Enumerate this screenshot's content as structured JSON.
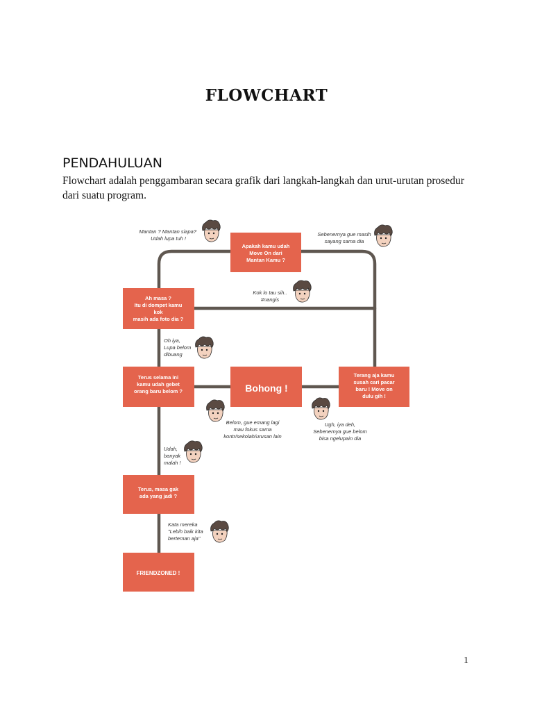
{
  "document": {
    "title": "FLOWCHART",
    "section_heading": "PENDAHULUAN",
    "paragraph": "Flowchart adalah penggambaran secara grafik dari langkah-langkah dan urut-urutan prosedur dari suatu program.",
    "page_number": "1"
  },
  "flowchart": {
    "colors": {
      "box": "#e4644d",
      "line": "#5f5750",
      "text": "#ffffff"
    },
    "boxes": {
      "start": [
        "Apakah kamu udah",
        "Move On dari",
        "Mantan Kamu ?"
      ],
      "ahmasa": [
        "Ah masa ?",
        "Itu di dompet kamu",
        "kok",
        "masih ada foto dia ?"
      ],
      "terus_selama": [
        "Terus selama ini",
        "kamu udah gebet",
        "orang baru belom ?"
      ],
      "bohong": [
        "Bohong !"
      ],
      "terang": [
        "Terang aja kamu",
        "susah cari pacar",
        "baru ! Move on",
        "dulu gih !"
      ],
      "terus_masa": [
        "Terus, masa gak",
        "ada yang jadi ?"
      ],
      "friendzoned": [
        "FRIENDZONED !"
      ]
    },
    "notes": {
      "mantan": [
        "Mantan ? Mantan siapa?",
        "Udah lupa tuh !"
      ],
      "sebenernya": [
        "Sebenernya gue masih",
        "sayang sama dia"
      ],
      "kok": [
        "Kok lo tau sih..",
        "#nangis"
      ],
      "ohiya": [
        "Oh iya,",
        "Lupa belom",
        "dibuang"
      ],
      "belom": [
        "Belom, gue emang lagi",
        "mau fokus sama",
        "kontr/sekolah/urusan lain"
      ],
      "ugh": [
        "Ugh, iya deh,",
        "Sebenernya gue belom",
        "bisa ngelupain dia"
      ],
      "udah": [
        "Udah,",
        "banyak",
        "malah !"
      ],
      "kata": [
        "Kata mereka",
        "\"Lebih baik kita",
        "berteman aja\""
      ]
    }
  }
}
